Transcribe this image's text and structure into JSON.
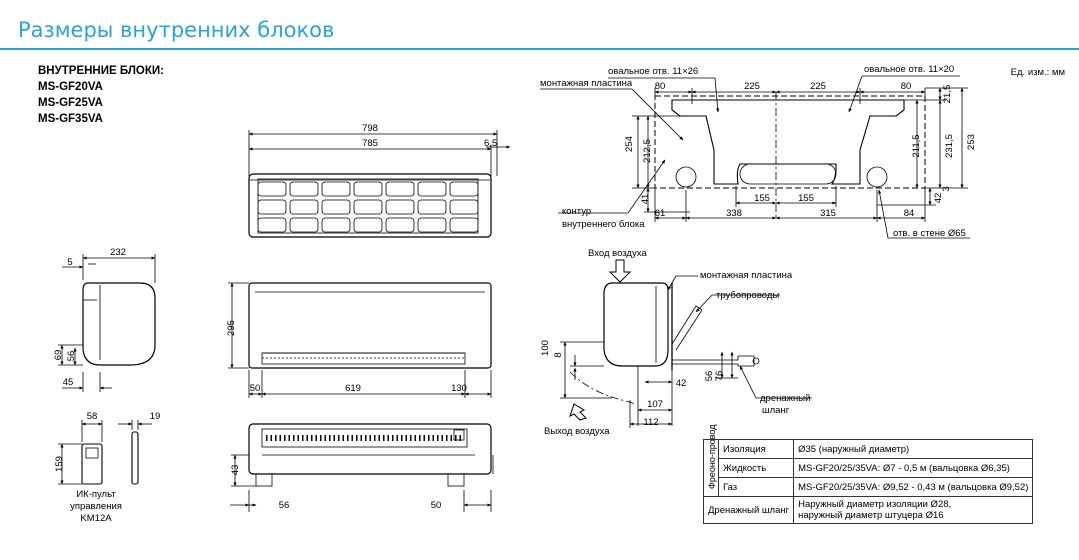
{
  "header": {
    "title": "Размеры внутренних блоков"
  },
  "models": {
    "heading": "ВНУТРЕННИЕ БЛОКИ:",
    "list": [
      "MS-GF20VA",
      "MS-GF25VA",
      "MS-GF35VA"
    ]
  },
  "units": "Ед. изм.: мм",
  "front_view": {
    "d798": "798",
    "d785": "785",
    "d6_5": "6,5",
    "d295": "295",
    "d50": "50",
    "d619": "619",
    "d130": "130"
  },
  "side_view": {
    "d232": "232",
    "d5": "5",
    "d69": "69",
    "d56": "56",
    "d45": "45"
  },
  "bottom_view": {
    "d43": "43",
    "d56": "56",
    "d50": "50"
  },
  "remote": {
    "d58": "58",
    "d19": "19",
    "d159": "159",
    "label1": "ИК-пульт",
    "label2": "управления",
    "label3": "KM12A"
  },
  "plate": {
    "oval_left": "овальное отв. 11×26",
    "oval_right": "овальное отв. 11×20",
    "mounting_plate": "монтажная пластина",
    "contour1": "контур",
    "contour2": "внутреннего блока",
    "wall_hole": "отв. в стене Ø65",
    "top": [
      "80",
      "225",
      "225",
      "80"
    ],
    "right": [
      "21,5",
      "211,5",
      "231,5",
      "253",
      "3",
      "42"
    ],
    "left": [
      "254",
      "212,5",
      "41"
    ],
    "bottom": [
      "61",
      "338",
      "155",
      "155",
      "315",
      "84"
    ]
  },
  "install": {
    "air_in": "Вход воздуха",
    "air_out": "Выход воздуха",
    "mounting_plate": "монтажная пластина",
    "pipes": "трубопроводы",
    "drain1": "дренажный",
    "drain2": "шланг",
    "d100": "100",
    "d8": "8",
    "d42": "42",
    "d56": "56",
    "d76": "76",
    "d107": "107",
    "d112": "112"
  },
  "pipe_table": {
    "group_label": "Фреоно-провод",
    "rows": [
      {
        "name": "Изоляция",
        "value": "Ø35 (наружный диаметр)"
      },
      {
        "name": "Жидкость",
        "value": "MS-GF20/25/35VA: Ø7 - 0,5 м  (вальцовка Ø6,35)"
      },
      {
        "name": "Газ",
        "value": "MS-GF20/25/35VA: Ø9,52 - 0,43 м  (вальцовка Ø9,52)"
      }
    ],
    "drain_name": "Дренажный шланг",
    "drain_value1": "Наружный диаметр изоляции Ø28,",
    "drain_value2": "наружный диаметр штуцера Ø16"
  }
}
